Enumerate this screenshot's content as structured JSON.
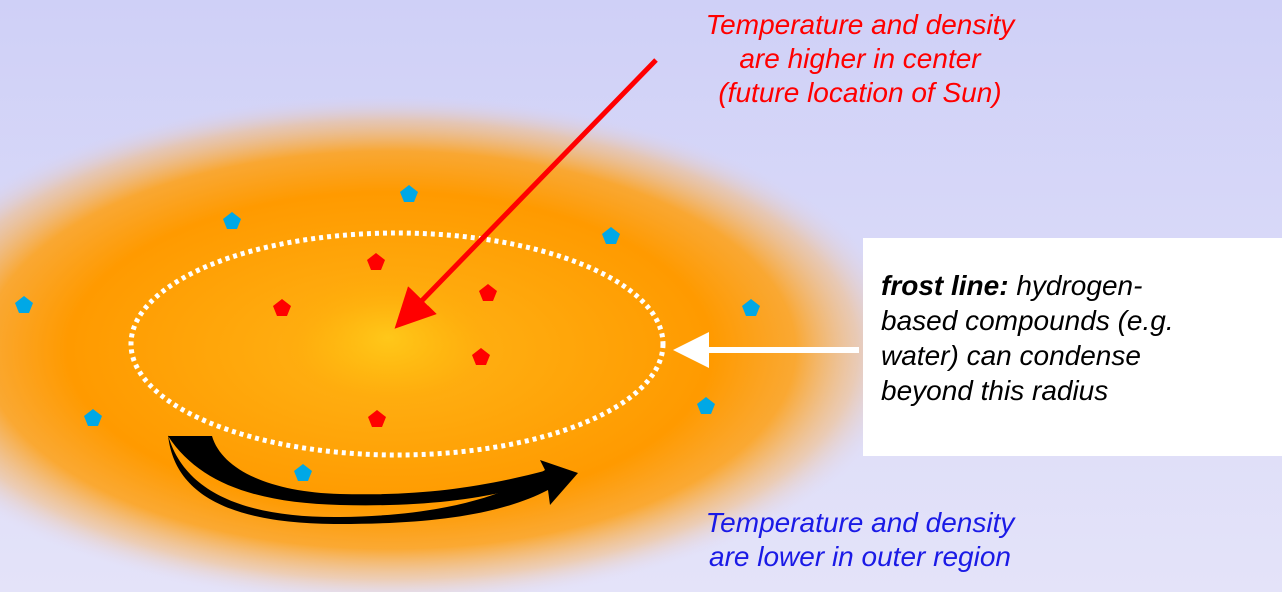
{
  "labels": {
    "center_note": [
      "Temperature and density",
      "are higher in center",
      "(future location of Sun)"
    ],
    "outer_note": [
      "Temperature and density",
      "are lower in outer region"
    ],
    "frost_line": {
      "term": "frost line:",
      "description": [
        " hydrogen-",
        "based compounds (e.g.",
        "water) can condense",
        "beyond this radius"
      ]
    }
  },
  "colors": {
    "background": "#d4d4f8",
    "center_note": "#ff0000",
    "outer_note": "#1a1ae6",
    "disk_core": "#ffc21a",
    "disk_outer": "#ff9900",
    "inner_particles": "#ff0000",
    "outer_particles": "#00a8e6",
    "frost_ring": "#ffffff",
    "rotation_arrow": "#000000"
  },
  "icons": {
    "inner_particle": "red-pentagon",
    "outer_particle": "blue-pentagon",
    "rotation": "curved-arrow-icon"
  }
}
